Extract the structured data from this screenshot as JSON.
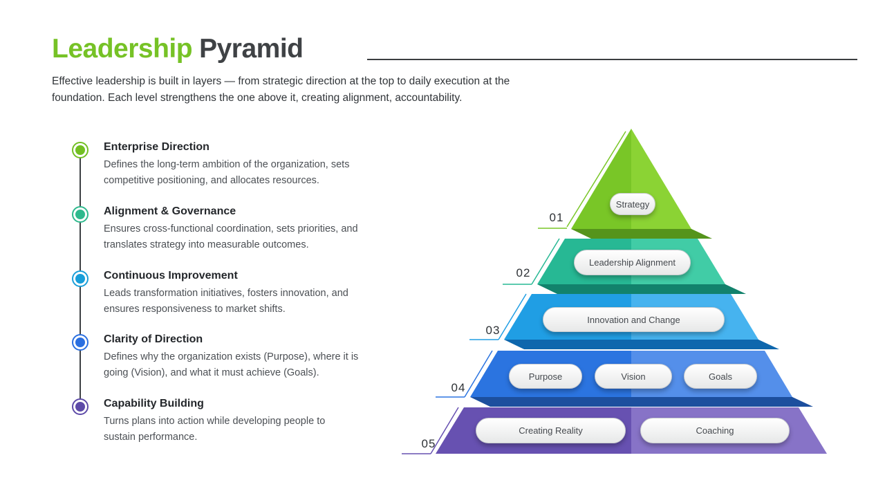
{
  "header": {
    "title_accent": "Leadership",
    "title_rest": "Pyramid",
    "accent_color": "#76c226",
    "title_color": "#3f4245"
  },
  "subtitle": {
    "lines": [
      "Effective leadership is built in layers — from strategic direction at the top to daily execution at the",
      "foundation. Each level strengthens the one above it, creating alignment, accountability."
    ]
  },
  "timeline": {
    "items": [
      {
        "title": "Enterprise Direction",
        "color": "#72bf23",
        "desc_lines": [
          "Defines the long-term ambition of the organization, sets",
          "competitive positioning, and allocates resources."
        ]
      },
      {
        "title": "Alignment & Governance",
        "color": "#2eb98d",
        "desc_lines": [
          "Ensures cross-functional coordination, sets priorities, and",
          "translates strategy into measurable outcomes."
        ]
      },
      {
        "title": "Continuous Improvement",
        "color": "#189ed9",
        "desc_lines": [
          "Leads transformation initiatives, fosters innovation, and",
          "ensures responsiveness to market shifts."
        ]
      },
      {
        "title": "Clarity of Direction",
        "color": "#2a6fe0",
        "desc_lines": [
          "Defines why the organization exists (Purpose), where it is",
          "going (Vision), and what it must achieve (Goals)."
        ]
      },
      {
        "title": "Capability Building",
        "color": "#5d4aa8",
        "desc_lines": [
          "Turns plans into action while developing people to",
          "sustain performance."
        ]
      }
    ]
  },
  "pyramid": {
    "layers": [
      {
        "number": "01",
        "color_left": "#79c627",
        "color_right": "#8bd334",
        "shadow_color": "#55941b",
        "labels": [
          "Strategy"
        ]
      },
      {
        "number": "02",
        "color_left": "#27b894",
        "color_right": "#41cca6",
        "shadow_color": "#12826c",
        "labels": [
          "Leadership Alignment"
        ]
      },
      {
        "number": "03",
        "color_left": "#209ee4",
        "color_right": "#46b3ef",
        "shadow_color": "#0e67ad",
        "labels": [
          "Innovation and Change"
        ]
      },
      {
        "number": "04",
        "color_left": "#2b74e0",
        "color_right": "#548fea",
        "shadow_color": "#1c4f9e",
        "labels": [
          "Purpose",
          "Vision",
          "Goals"
        ]
      },
      {
        "number": "05",
        "color_left": "#6751b1",
        "color_right": "#8773c7",
        "shadow_color": "",
        "labels": [
          "Creating Reality",
          "Coaching"
        ]
      }
    ]
  }
}
